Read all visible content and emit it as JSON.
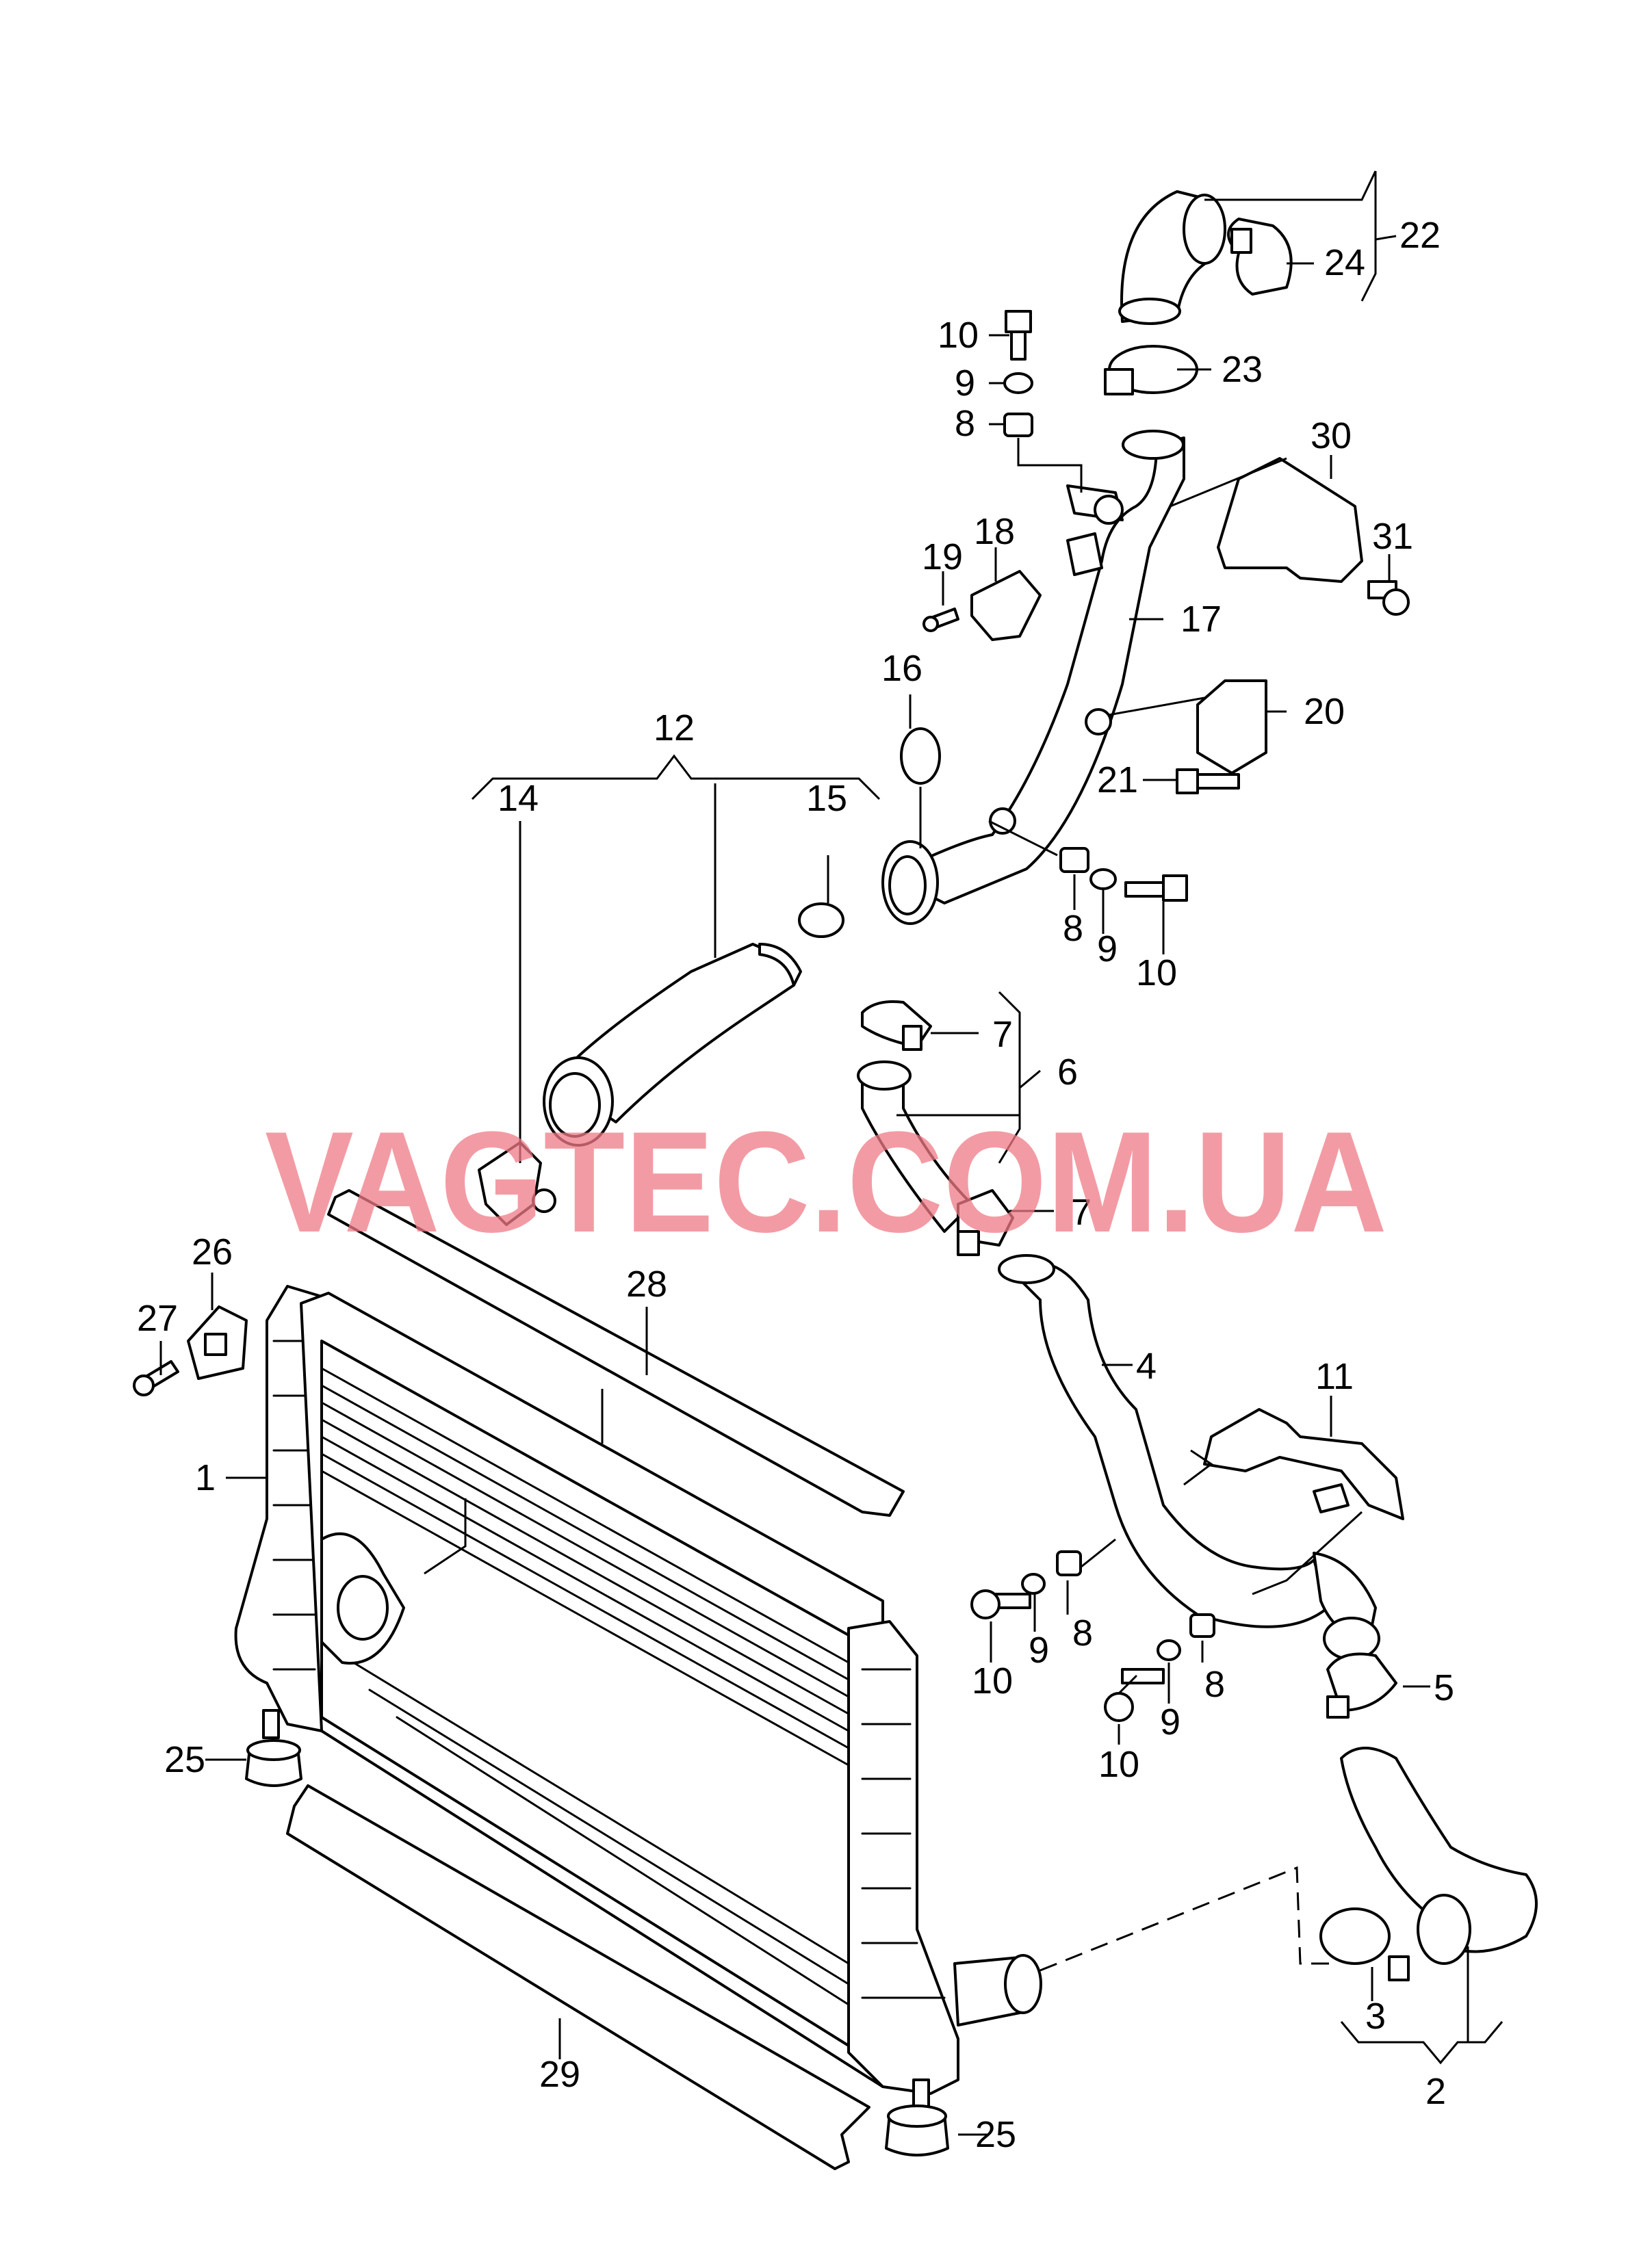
{
  "watermark": "VAGTEC.COM.UA",
  "colors": {
    "ink": "#000000",
    "watermark": "#f07a86",
    "background": "#ffffff"
  },
  "callouts": {
    "c1": "1",
    "c2": "2",
    "c3": "3",
    "c4": "4",
    "c5": "5",
    "c6": "6",
    "c7a": "7",
    "c7b": "7",
    "c8a": "8",
    "c8b": "8",
    "c8c": "8",
    "c8d": "8",
    "c9a": "9",
    "c9b": "9",
    "c9c": "9",
    "c9d": "9",
    "c10a": "10",
    "c10b": "10",
    "c10c": "10",
    "c10d": "10",
    "c11": "11",
    "c12": "12",
    "c14": "14",
    "c15": "15",
    "c16": "16",
    "c17": "17",
    "c18": "18",
    "c19": "19",
    "c20": "20",
    "c21": "21",
    "c22": "22",
    "c23": "23",
    "c24": "24",
    "c25a": "25",
    "c25b": "25",
    "c26": "26",
    "c27": "27",
    "c28": "28",
    "c29": "29",
    "c30": "30",
    "c31": "31"
  }
}
